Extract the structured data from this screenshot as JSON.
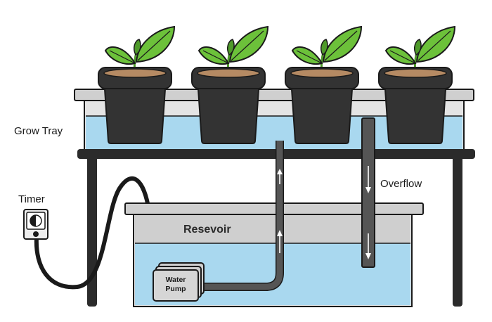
{
  "labels": {
    "grow_tray": "Grow Tray",
    "timer": "Timer",
    "overflow": "Overflow",
    "reservoir": "Resevoir",
    "pump_line1": "Water",
    "pump_line2": "Pump"
  },
  "colors": {
    "water": "#a9d8ef",
    "tray_gray": "#cfcfcf",
    "outline": "#1a1a1a",
    "pot": "#333333",
    "soil": "#b58a63",
    "leaf": "#6cc13a",
    "leaf_dark": "#4f9a2a",
    "pipe": "#555555",
    "arrow": "#ffffff"
  },
  "plants": {
    "count": 4
  }
}
